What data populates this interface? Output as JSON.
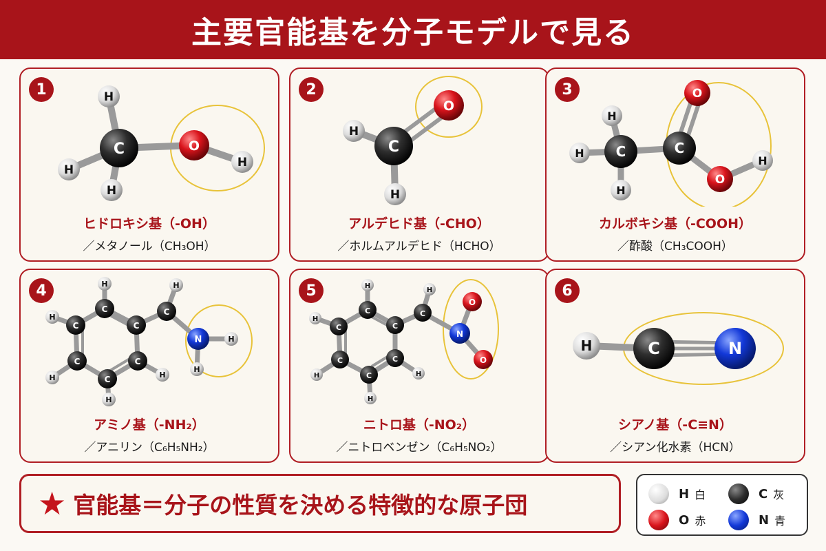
{
  "header": {
    "title": "主要官能基を分子モデルで見る"
  },
  "cards": [
    {
      "number": "1",
      "group": "ヒドロキシ基（-OH）",
      "example": "／メタノール（CH₃OH）"
    },
    {
      "number": "2",
      "group": "アルデヒド基（-CHO）",
      "example": "／ホルムアルデヒド（HCHO）"
    },
    {
      "number": "3",
      "group": "カルボキシ基（-COOH）",
      "example": "／酢酸（CH₃COOH）"
    },
    {
      "number": "4",
      "group": "アミノ基（-NH₂）",
      "example": "／アニリン（C₆H₅NH₂）"
    },
    {
      "number": "5",
      "group": "ニトロ基（-NO₂）",
      "example": "／ニトロベンゼン（C₆H₅NO₂）"
    },
    {
      "number": "6",
      "group": "シアノ基（-C≡N）",
      "example": "／シアン化水素（HCN）"
    }
  ],
  "atom_labels": {
    "H": "H",
    "C": "C",
    "O": "O",
    "N": "N"
  },
  "summary": {
    "star": "★",
    "text": "官能基＝分子の性質を決める特徴的な原子団"
  },
  "legend": [
    {
      "symbol": "H",
      "color_name": "白",
      "ball_color": "#f2f2f2"
    },
    {
      "symbol": "C",
      "color_name": "灰",
      "ball_color": "#2b2b2b"
    },
    {
      "symbol": "O",
      "color_name": "赤",
      "ball_color": "#d9141c"
    },
    {
      "symbol": "N",
      "color_name": "青",
      "ball_color": "#1238d8"
    }
  ],
  "colors": {
    "accent": "#a8141a",
    "highlight_ring": "#e8c33a",
    "bond": "#9a9a9a",
    "hydrogen": "#f2f2f2",
    "carbon": "#2b2b2b",
    "oxygen": "#d9141c",
    "nitrogen": "#1238d8"
  }
}
